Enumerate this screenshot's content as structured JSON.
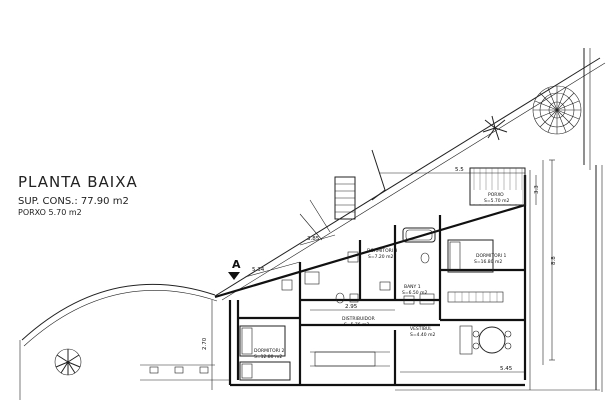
{
  "plan": {
    "title": "PLANTA BAIXA",
    "built_area": "SUP. CONS.: 77.90  m2",
    "porch_area": "PORXO  5.70  m2",
    "section_marker": "A"
  },
  "rooms": [
    {
      "name": "PORXO",
      "area": "S=5.70 m2"
    },
    {
      "name": "DORMITORI 3",
      "area": "S=7.20 m2"
    },
    {
      "name": "DORMITORI 1",
      "area": "S=16.80 m2"
    },
    {
      "name": "BANY 1",
      "area": "S=6.50 m2"
    },
    {
      "name": "DISTRIBUIDOR",
      "area": "S=5.76 m2"
    },
    {
      "name": "VESTÍBUL",
      "area": "S=4.40 m2"
    },
    {
      "name": "DORMITORI 2",
      "area": "S=12.80 m2"
    }
  ],
  "dimensions": [
    "5.5",
    "8.8",
    "5.45",
    "5.34",
    "3.85",
    "2.70",
    "3.3",
    "2.95"
  ],
  "colors": {
    "line": "#111111",
    "background": "#ffffff"
  },
  "icons": [
    "tree-icon",
    "plant-icon",
    "section-arrow-icon"
  ]
}
